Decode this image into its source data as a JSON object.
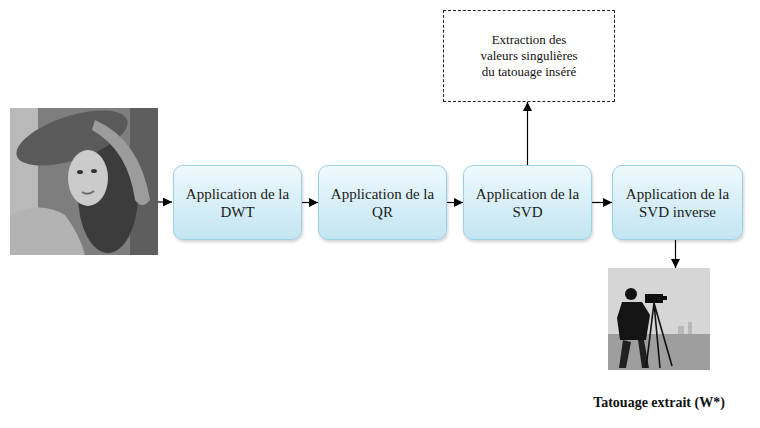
{
  "diagram": {
    "nodes": [
      {
        "text": [
          "Application de la DWT"
        ]
      },
      {
        "text": [
          "Application de la QR"
        ]
      },
      {
        "text": [
          "Application de la SVD"
        ]
      },
      {
        "text": [
          "Extraction des valeurs singulières du tatouage inséré"
        ]
      },
      {
        "text": [
          "Application de la SVD inverse"
        ]
      },
      {
        "text": [
          "Tatouage extrait (W*)"
        ]
      }
    ],
    "edges": [
      {
        "from": 0,
        "to": 1,
        "arrow": "to"
      },
      {
        "from": 1,
        "to": 2,
        "arrow": "to"
      },
      {
        "from": 2,
        "to": 3,
        "arrow": "to"
      },
      {
        "from": 2,
        "to": 4,
        "arrow": "to"
      },
      {
        "from": 4,
        "to": 5,
        "arrow": "to"
      }
    ]
  }
}
